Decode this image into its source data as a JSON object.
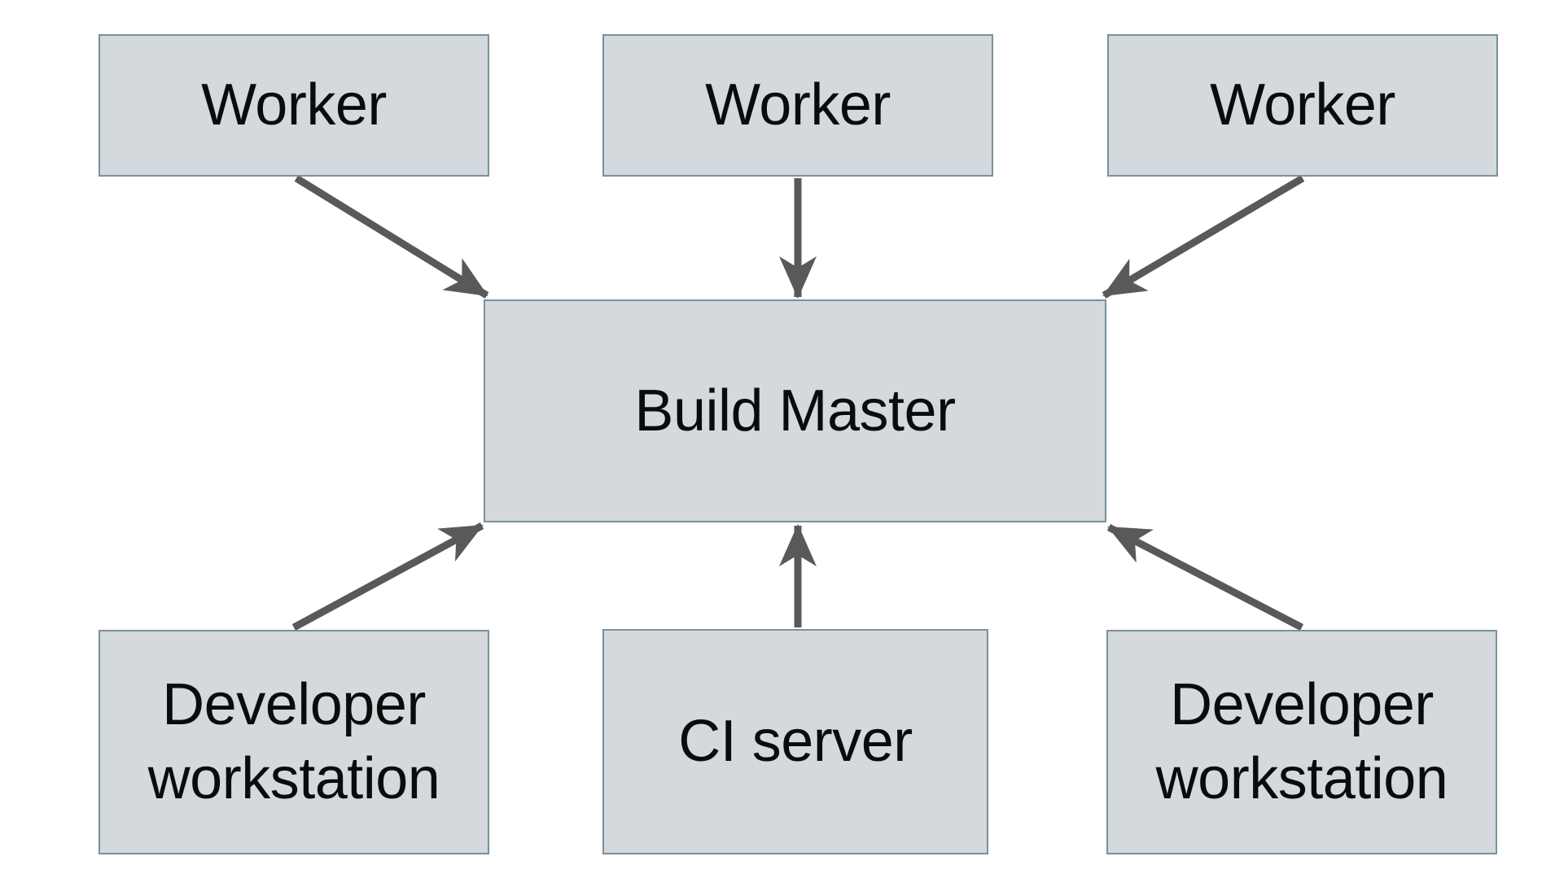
{
  "diagram": {
    "nodes": [
      {
        "id": "worker-left",
        "label": "Worker"
      },
      {
        "id": "worker-middle",
        "label": "Worker"
      },
      {
        "id": "worker-right",
        "label": "Worker"
      },
      {
        "id": "build-master",
        "label": "Build Master"
      },
      {
        "id": "developer-workstation-left",
        "label": "Developer workstation"
      },
      {
        "id": "ci-server",
        "label": "CI server"
      },
      {
        "id": "developer-workstation-right",
        "label": "Developer workstation"
      }
    ],
    "edges": [
      {
        "from": "worker-left",
        "to": "build-master"
      },
      {
        "from": "worker-middle",
        "to": "build-master"
      },
      {
        "from": "worker-right",
        "to": "build-master"
      },
      {
        "from": "developer-workstation-left",
        "to": "build-master"
      },
      {
        "from": "ci-server",
        "to": "build-master"
      },
      {
        "from": "developer-workstation-right",
        "to": "build-master"
      }
    ],
    "colors": {
      "background": "#ffffff",
      "node_fill": "#d3d9dc",
      "node_border": "#7a919c",
      "arrow": "#58595a",
      "text": "#0b0b0b"
    }
  }
}
